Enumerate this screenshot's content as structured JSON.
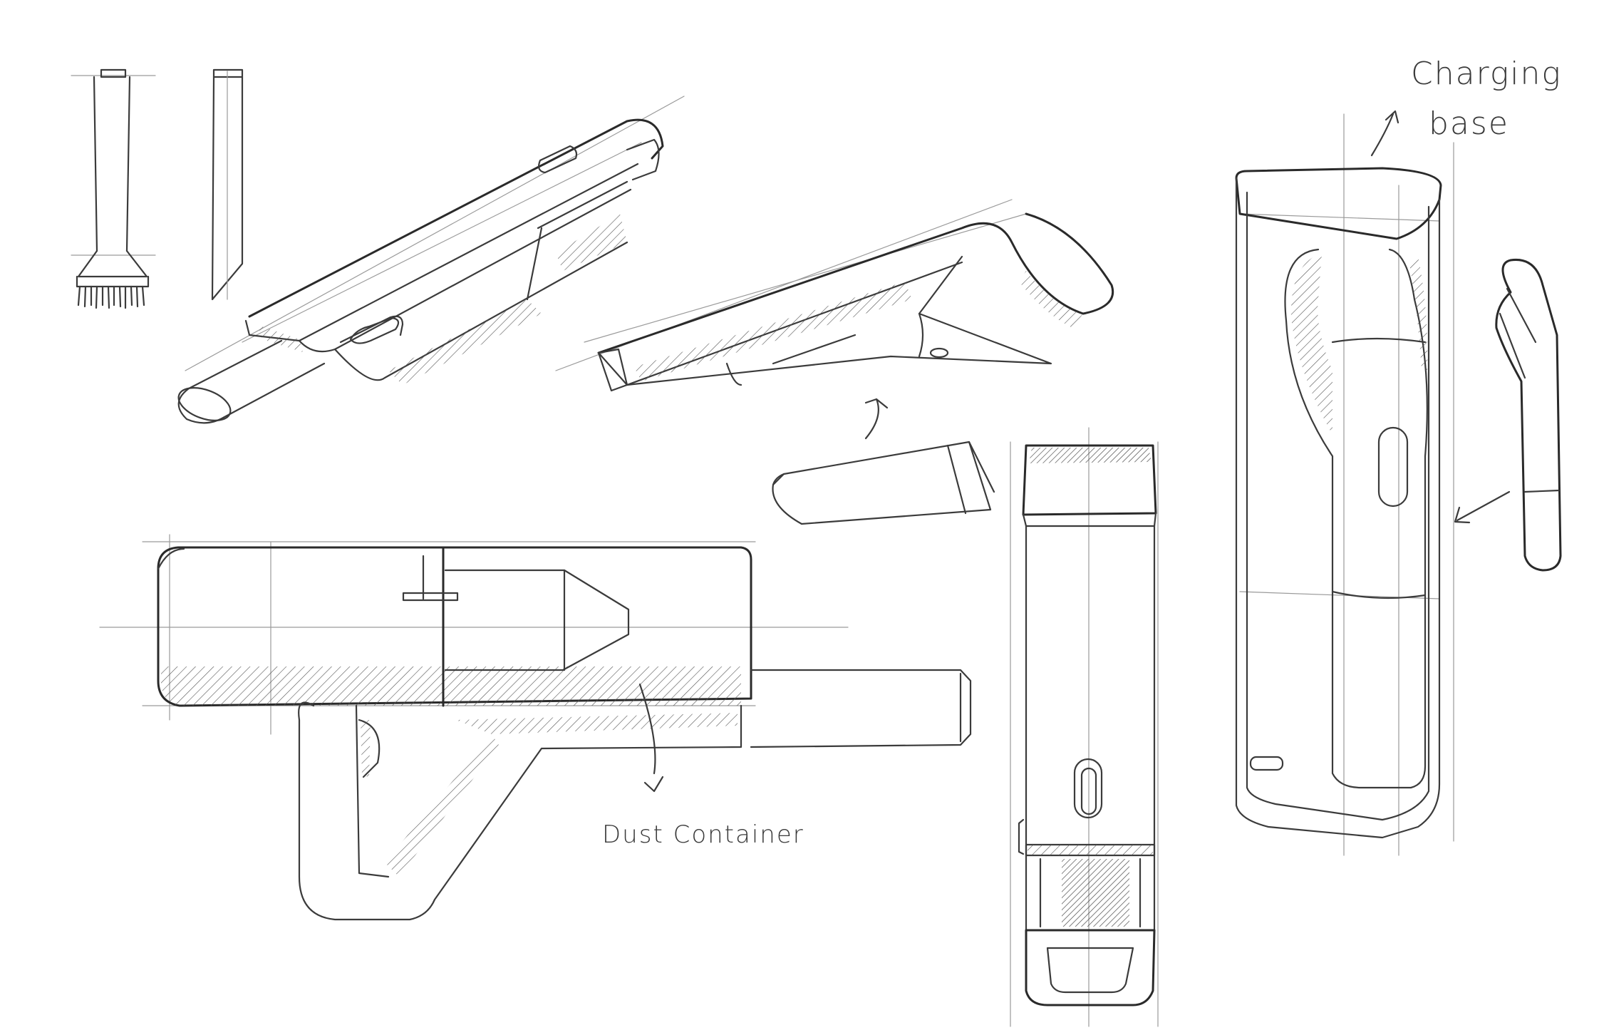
{
  "annotations": {
    "charging_base": [
      "Charging",
      "base"
    ],
    "dust_container": "Dust Container"
  },
  "colors": {
    "paper": "#ffffff",
    "ink": "#3b3b3b",
    "construction": "#9a9a9a"
  }
}
